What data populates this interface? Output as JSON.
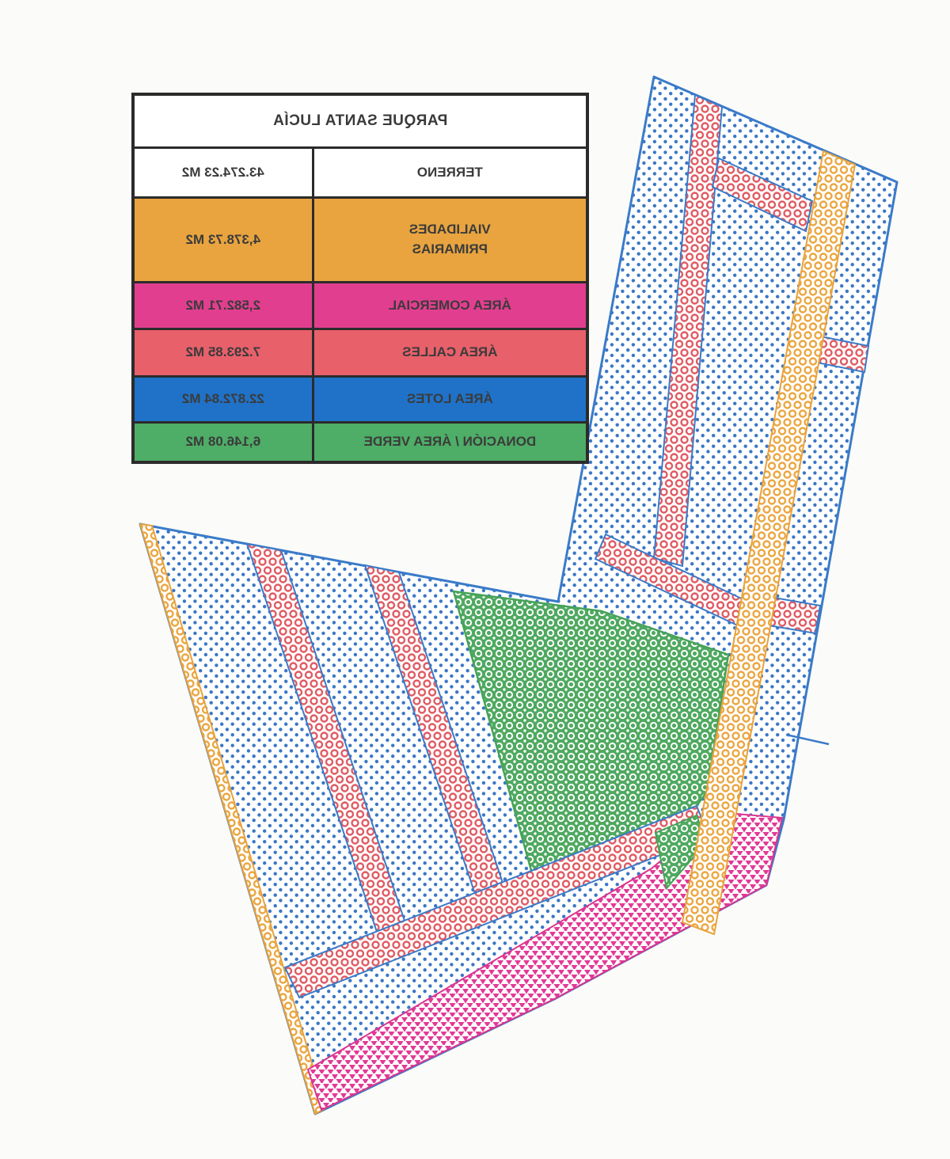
{
  "table": {
    "title": "PARQUE SANTA LUCÍA",
    "rows": [
      {
        "label": "TERRENO",
        "value": "43.274.23 M2",
        "color": "#ffffff"
      },
      {
        "label": "VIALIDADES PRIMARIAS",
        "value": "4,378.73 M2",
        "color": "#e9a43f"
      },
      {
        "label": "ÁREA COMERCIAL",
        "value": "2,582.71 M2",
        "color": "#e23e90"
      },
      {
        "label": "ÁREA CALLES",
        "value": "7.293.85 M2",
        "color": "#e8606a"
      },
      {
        "label": "ÁREA LOTES",
        "value": "22.872.84 M2",
        "color": "#1f72c8"
      },
      {
        "label": "DONACIÓN / ÁREA VERDE",
        "value": "6,146.08 M2",
        "color": "#4ead66"
      }
    ]
  },
  "map": {
    "outline_color": "#3a7bc9",
    "regions": [
      {
        "name": "area-lotes",
        "pattern": "blue-dots",
        "color": "#3b77c5"
      },
      {
        "name": "area-calles",
        "pattern": "red-rings",
        "color": "#e05a62"
      },
      {
        "name": "vialidades-primarias",
        "pattern": "orange-rings",
        "color": "#eba63f"
      },
      {
        "name": "donacion-area-verde",
        "pattern": "green-honeycomb",
        "color": "#4fa960"
      },
      {
        "name": "area-comercial",
        "pattern": "pink-triangles",
        "color": "#e23a96"
      }
    ]
  }
}
